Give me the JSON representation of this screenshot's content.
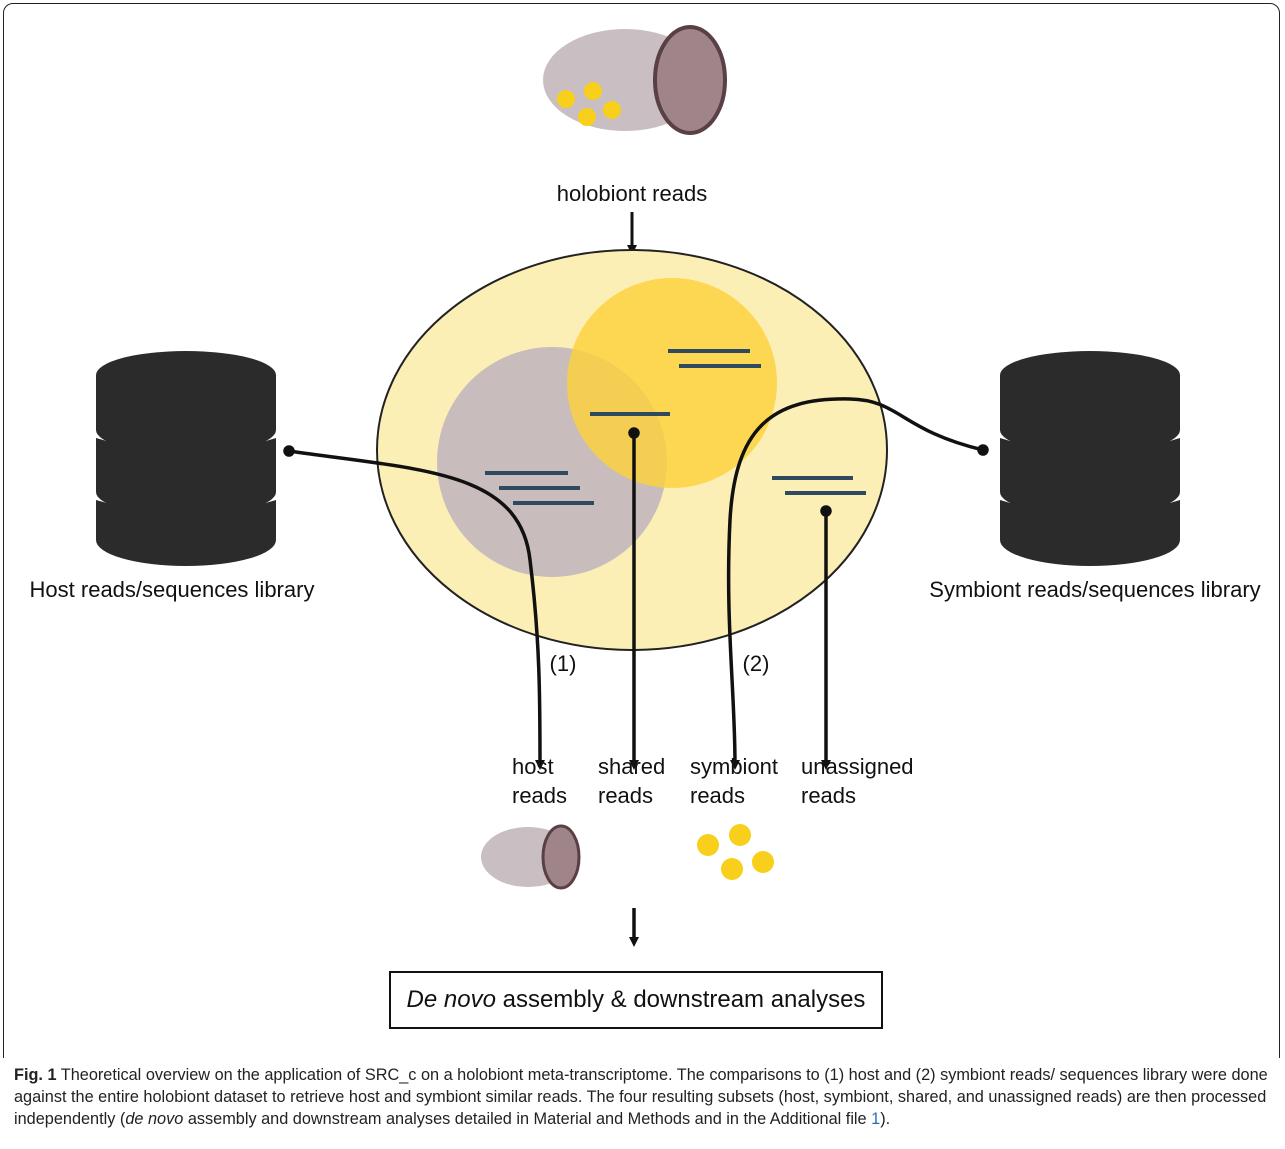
{
  "diagram": {
    "top_label": "holobiont reads",
    "left_library_label": "Host reads/sequences library",
    "right_library_label": "Symbiont reads/sequences library",
    "step1": "(1)",
    "step2": "(2)",
    "outputs": [
      {
        "line1": "host",
        "line2": "reads"
      },
      {
        "line1": "shared",
        "line2": "reads"
      },
      {
        "line1": "symbiont",
        "line2": "reads"
      },
      {
        "line1": "unassigned",
        "line2": "reads"
      }
    ],
    "final_box": {
      "italic": "De novo",
      "rest": " assembly & downstream analyses"
    },
    "colors": {
      "ellipse_fill": "#fbefb5",
      "host_circle": "#c5b9bd",
      "symbiont_circle": "#fcd23c",
      "read_lines": "#2f4a5e",
      "database": "#2b2b2b",
      "symbiont_dots": "#f8cf1a",
      "host_cyl_body": "#c9bfc2",
      "host_cyl_end": "#9f8589"
    }
  },
  "caption": {
    "fig_label": "Fig. 1",
    "text1": " Theoretical overview on the application of SRC_c on a holobiont meta-transcriptome. The comparisons to (1) host and (2) symbiont reads/ sequences library were done against the entire holobiont dataset to retrieve host and symbiont similar reads. The four resulting subsets (host, symbiont, shared, and unassigned reads) are then processed independently (",
    "italic": "de novo",
    "text2": " assembly and downstream analyses detailed in Material and Methods and in the Additional file ",
    "ref": "1",
    "text3": ")."
  }
}
